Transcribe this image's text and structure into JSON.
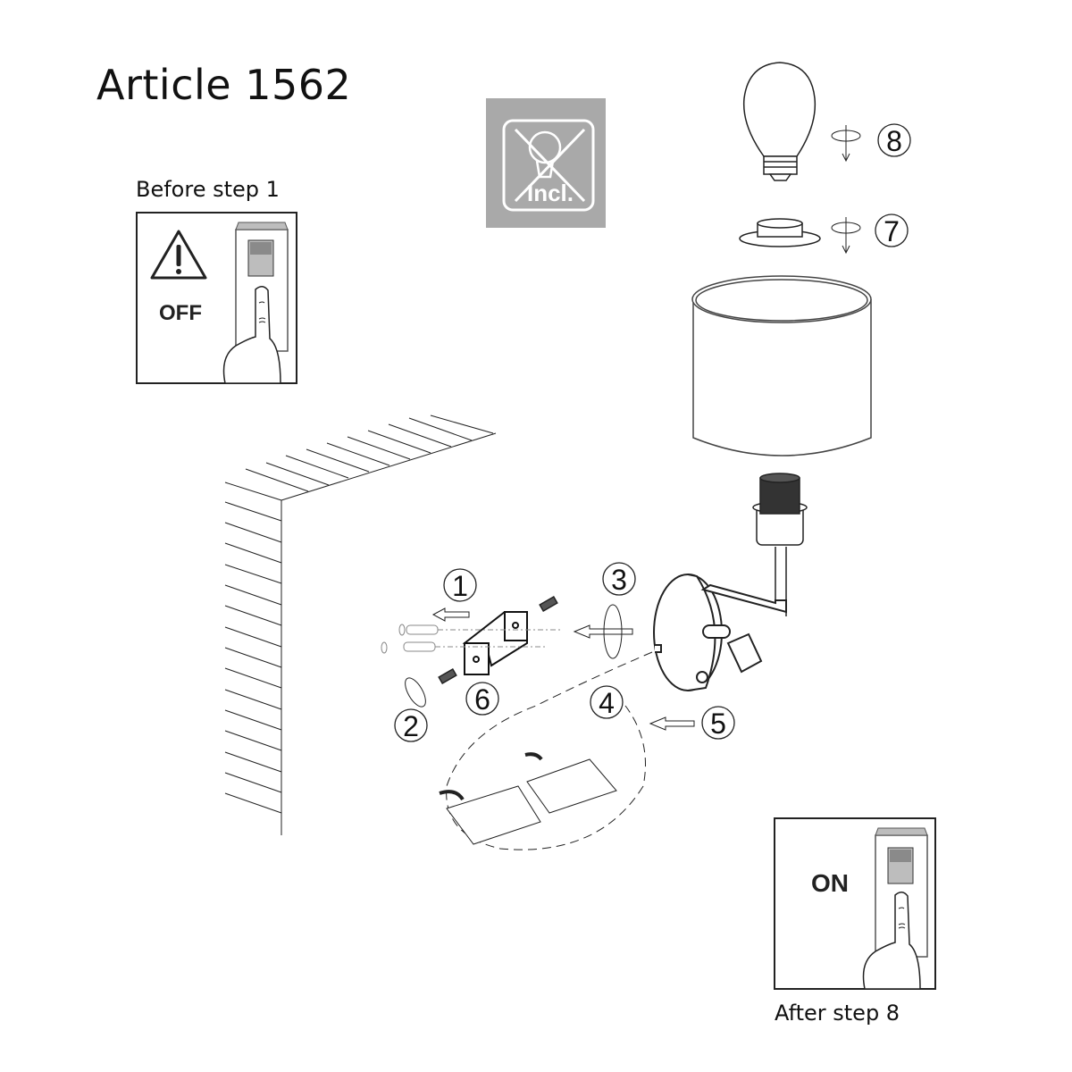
{
  "header": {
    "title": "Article 1562"
  },
  "badges": {
    "bulb_not_included": {
      "icon": "bulb-not-included-icon",
      "text": "Incl.",
      "background": "#a9a9a9"
    }
  },
  "before_panel": {
    "caption": "Before step 1",
    "state": "OFF",
    "icons": [
      "warning-triangle-icon",
      "wall-switch-icon",
      "pointing-hand-icon"
    ]
  },
  "after_panel": {
    "caption": "After step 8",
    "state": "ON",
    "icons": [
      "wall-switch-icon",
      "pointing-hand-icon"
    ]
  },
  "steps": [
    {
      "number": "1",
      "desc": "drill holes / insert wall plugs",
      "icon": "arrow-left-icon"
    },
    {
      "number": "2",
      "desc": "fasten screw",
      "icon": "rotate-icon"
    },
    {
      "number": "3",
      "desc": "rotate lamp onto bracket",
      "icon": "rotate-icon"
    },
    {
      "number": "4",
      "desc": "connect wires to terminal block",
      "icon": "screwdriver-icon"
    },
    {
      "number": "5",
      "desc": "push lamp base to wall",
      "icon": "arrow-left-icon"
    },
    {
      "number": "6",
      "desc": "mounting bracket screw",
      "icon": "screw-icon"
    },
    {
      "number": "7",
      "desc": "screw on shade ring",
      "icon": "rotate-down-icon"
    },
    {
      "number": "8",
      "desc": "screw in bulb",
      "icon": "rotate-down-icon"
    }
  ],
  "parts": [
    "light-bulb",
    "shade-ring",
    "lamp-shade",
    "lamp-socket",
    "wall-arm",
    "wall-base",
    "reading-spot",
    "mounting-bracket",
    "wall-plugs",
    "screws",
    "terminal-blocks",
    "wall"
  ],
  "colors": {
    "line": "#222222",
    "badge_gray": "#a9a9a9",
    "switch_gray": "#bdbdbd"
  }
}
